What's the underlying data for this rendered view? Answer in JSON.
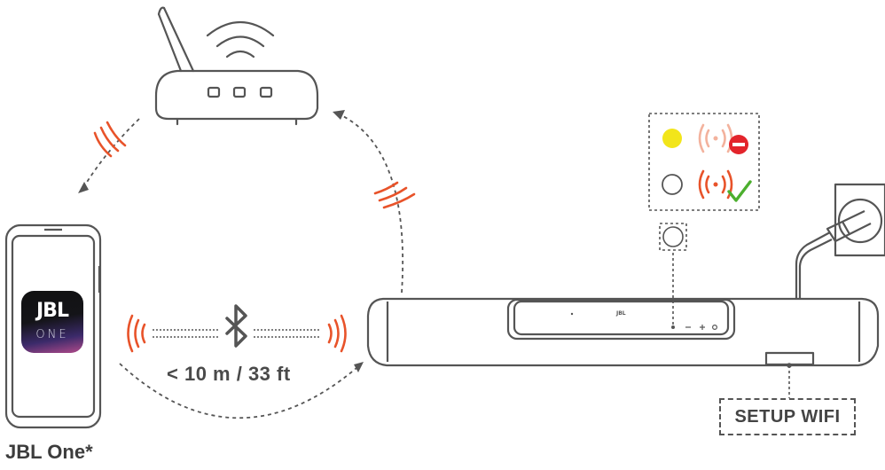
{
  "diagram": {
    "distance_label": "< 10 m / 33 ft",
    "app_name": "JBL One*",
    "app_icon": {
      "logo_text": "JBL",
      "sub_text": "ONE"
    },
    "setup_button_label": "SETUP WIFI",
    "soundbar_logo": "JBL",
    "soundbar_buttons": [
      "−",
      "+",
      "⏻"
    ],
    "status_panel": {
      "rows": [
        {
          "indicator": "yellow-light",
          "signal": "not-connected",
          "badge": "minus-icon"
        },
        {
          "indicator": "light-off",
          "signal": "connected",
          "badge": "check-icon"
        }
      ]
    },
    "colors": {
      "line": "#555555",
      "signal": "#e8532a",
      "signal_faded": "#f3b29d",
      "indicator_on": "#f2e51a",
      "error": "#e3242b",
      "ok": "#4caf2e"
    }
  }
}
